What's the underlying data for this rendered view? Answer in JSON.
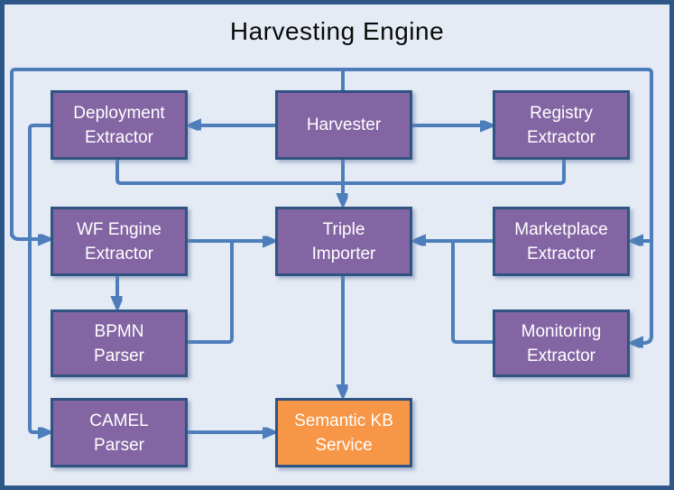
{
  "title": "Harvesting Engine",
  "nodes": {
    "harvester": {
      "label": "Harvester"
    },
    "deployment_extractor": {
      "label": "Deployment\nExtractor"
    },
    "registry_extractor": {
      "label": "Registry\nExtractor"
    },
    "wf_engine_extractor": {
      "label": "WF Engine\nExtractor"
    },
    "triple_importer": {
      "label": "Triple\nImporter"
    },
    "marketplace_extractor": {
      "label": "Marketplace\nExtractor"
    },
    "bpmn_parser": {
      "label": "BPMN\nParser"
    },
    "monitoring_extractor": {
      "label": "Monitoring\nExtractor"
    },
    "camel_parser": {
      "label": "CAMEL\nParser"
    },
    "semantic_kb_service": {
      "label": "Semantic KB\nService"
    }
  },
  "edges": [
    {
      "from": "Harvester",
      "to": "Deployment Extractor"
    },
    {
      "from": "Harvester",
      "to": "Registry Extractor"
    },
    {
      "from": "Harvester",
      "to": "Triple Importer"
    },
    {
      "from": "Harvester",
      "to": "WF Engine Extractor"
    },
    {
      "from": "Harvester",
      "to": "Marketplace Extractor"
    },
    {
      "from": "Harvester",
      "to": "Monitoring Extractor"
    },
    {
      "from": "Deployment Extractor",
      "to": "Triple Importer"
    },
    {
      "from": "Registry Extractor",
      "to": "Triple Importer"
    },
    {
      "from": "Deployment Extractor",
      "to": "CAMEL Parser"
    },
    {
      "from": "WF Engine Extractor",
      "to": "BPMN Parser"
    },
    {
      "from": "WF Engine Extractor",
      "to": "Triple Importer"
    },
    {
      "from": "BPMN Parser",
      "to": "Triple Importer"
    },
    {
      "from": "Marketplace Extractor",
      "to": "Triple Importer"
    },
    {
      "from": "Monitoring Extractor",
      "to": "Triple Importer"
    },
    {
      "from": "Triple Importer",
      "to": "Semantic KB Service"
    },
    {
      "from": "CAMEL Parser",
      "to": "Semantic KB Service"
    }
  ],
  "colors": {
    "background": "#E5EBF5",
    "frame_border": "#2E5787",
    "node_fill": "#8365A3",
    "node_border": "#2F5382",
    "highlight_fill": "#F79646",
    "connector": "#4D7EBB",
    "node_text": "#FFFFFF",
    "title_text": "#0A0A0A"
  }
}
